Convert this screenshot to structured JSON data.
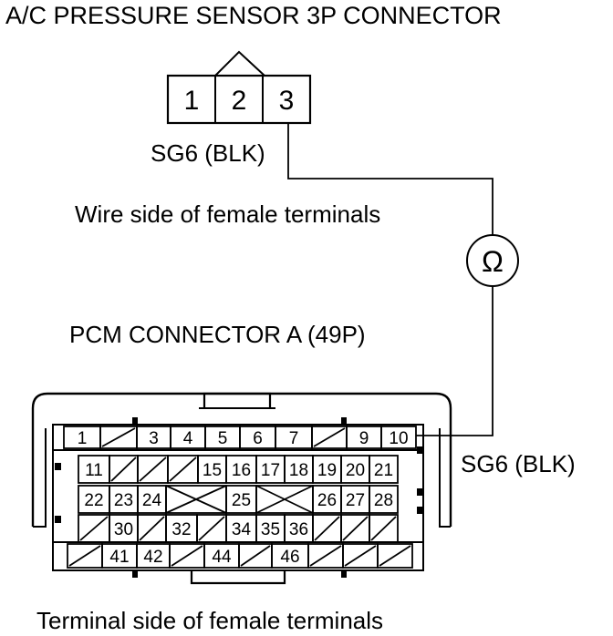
{
  "sensor_connector": {
    "title": "A/C PRESSURE SENSOR 3P CONNECTOR",
    "pins": [
      "1",
      "2",
      "3"
    ],
    "wire_label": "SG6 (BLK)",
    "view_caption": "Wire side of female terminals"
  },
  "meter": {
    "symbol": "Ω",
    "icon": "ohmmeter-icon"
  },
  "pcm_connector": {
    "title": "PCM CONNECTOR A (49P)",
    "wire_label": "SG6 (BLK)",
    "view_caption": "Terminal side of female terminals",
    "rows": [
      [
        "1",
        "/",
        "3",
        "4",
        "5",
        "6",
        "7",
        "/",
        "9",
        "10"
      ],
      [
        "11",
        "/",
        "/",
        "/",
        "15",
        "16",
        "17",
        "18",
        "19",
        "20",
        "21"
      ],
      [
        "22",
        "23",
        "24",
        "x",
        "25",
        "x",
        "26",
        "27",
        "28"
      ],
      [
        "/",
        "30",
        "/",
        "32",
        "/",
        "34",
        "35",
        "36",
        "/",
        "/",
        "/"
      ],
      [
        "/",
        "41",
        "42",
        "/",
        "44",
        "/",
        "46",
        "/",
        "/",
        "/"
      ]
    ]
  }
}
